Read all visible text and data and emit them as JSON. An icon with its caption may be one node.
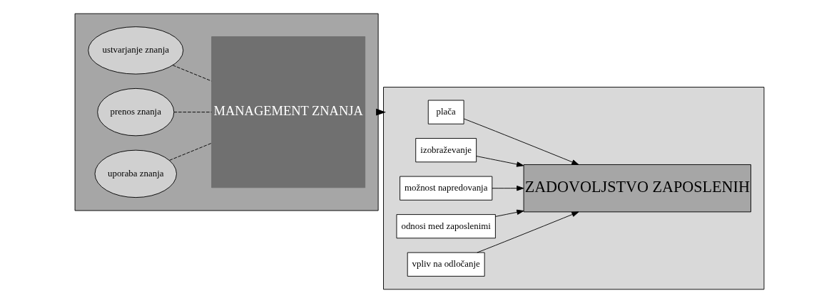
{
  "diagram": {
    "nodes": [
      {
        "text": [],
        "shape": "box"
      },
      {
        "text": [
          "ustvarjanje znanja"
        ],
        "in": 0
      },
      {
        "text": [
          "prenos znanja"
        ],
        "in": 0
      },
      {
        "text": [
          "uporaba znanja"
        ],
        "in": 0
      },
      {
        "text": [
          "MANAGEMENT ZNANJA"
        ],
        "in": 0
      },
      {
        "text": [],
        "shape": "box"
      },
      {
        "text": [
          "plača"
        ],
        "in": 5
      },
      {
        "text": [
          "izobraževanje"
        ],
        "in": 5
      },
      {
        "text": [
          "možnost napredovanja"
        ],
        "in": 5
      },
      {
        "text": [
          "ZADOVOLJSTVO ZAPOSLENIH"
        ],
        "in": 5
      },
      {
        "text": [
          "odnosi med zaposlenimi"
        ],
        "in": 5
      },
      {
        "text": [
          "vpliv na odločanje"
        ],
        "in": 5
      }
    ],
    "edges": [
      {
        "from": 1,
        "to": 4,
        "arrow": "none",
        "style": "dashed"
      },
      {
        "from": 2,
        "to": 4,
        "arrow": "none",
        "style": "dashed"
      },
      {
        "from": 3,
        "to": 4,
        "arrow": "none",
        "style": "dashed"
      },
      {
        "from": 0,
        "to": 5,
        "arrow": "to",
        "style": "thick"
      },
      {
        "from": 6,
        "to": 9,
        "arrow": "to"
      },
      {
        "from": 8,
        "to": 9,
        "arrow": "to"
      },
      {
        "from": 7,
        "to": 9,
        "arrow": "to"
      },
      {
        "from": 10,
        "to": 9,
        "arrow": "to"
      },
      {
        "from": 11,
        "to": 9,
        "arrow": "to"
      }
    ]
  }
}
